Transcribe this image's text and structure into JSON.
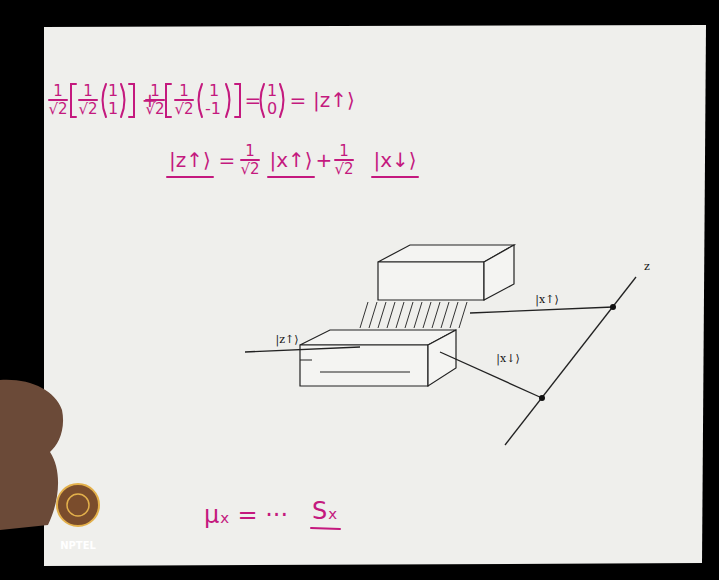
{
  "diagram": {
    "labels": [
      "1",
      "√2",
      "1",
      "√2",
      "1",
      "1",
      "+",
      "1",
      "√2",
      "1",
      "√2",
      "1",
      "-1",
      "=",
      "1",
      "0",
      "=",
      "|z↑⟩",
      "|z↑⟩",
      "=",
      "1",
      "√2",
      "|x↑⟩",
      "+",
      "1",
      "√2",
      "|x↓⟩",
      "|z↑⟩",
      "|x↑⟩",
      "|x↓⟩",
      "z",
      "μₓ = ···",
      "Sₓ",
      "NPTEL"
    ]
  }
}
